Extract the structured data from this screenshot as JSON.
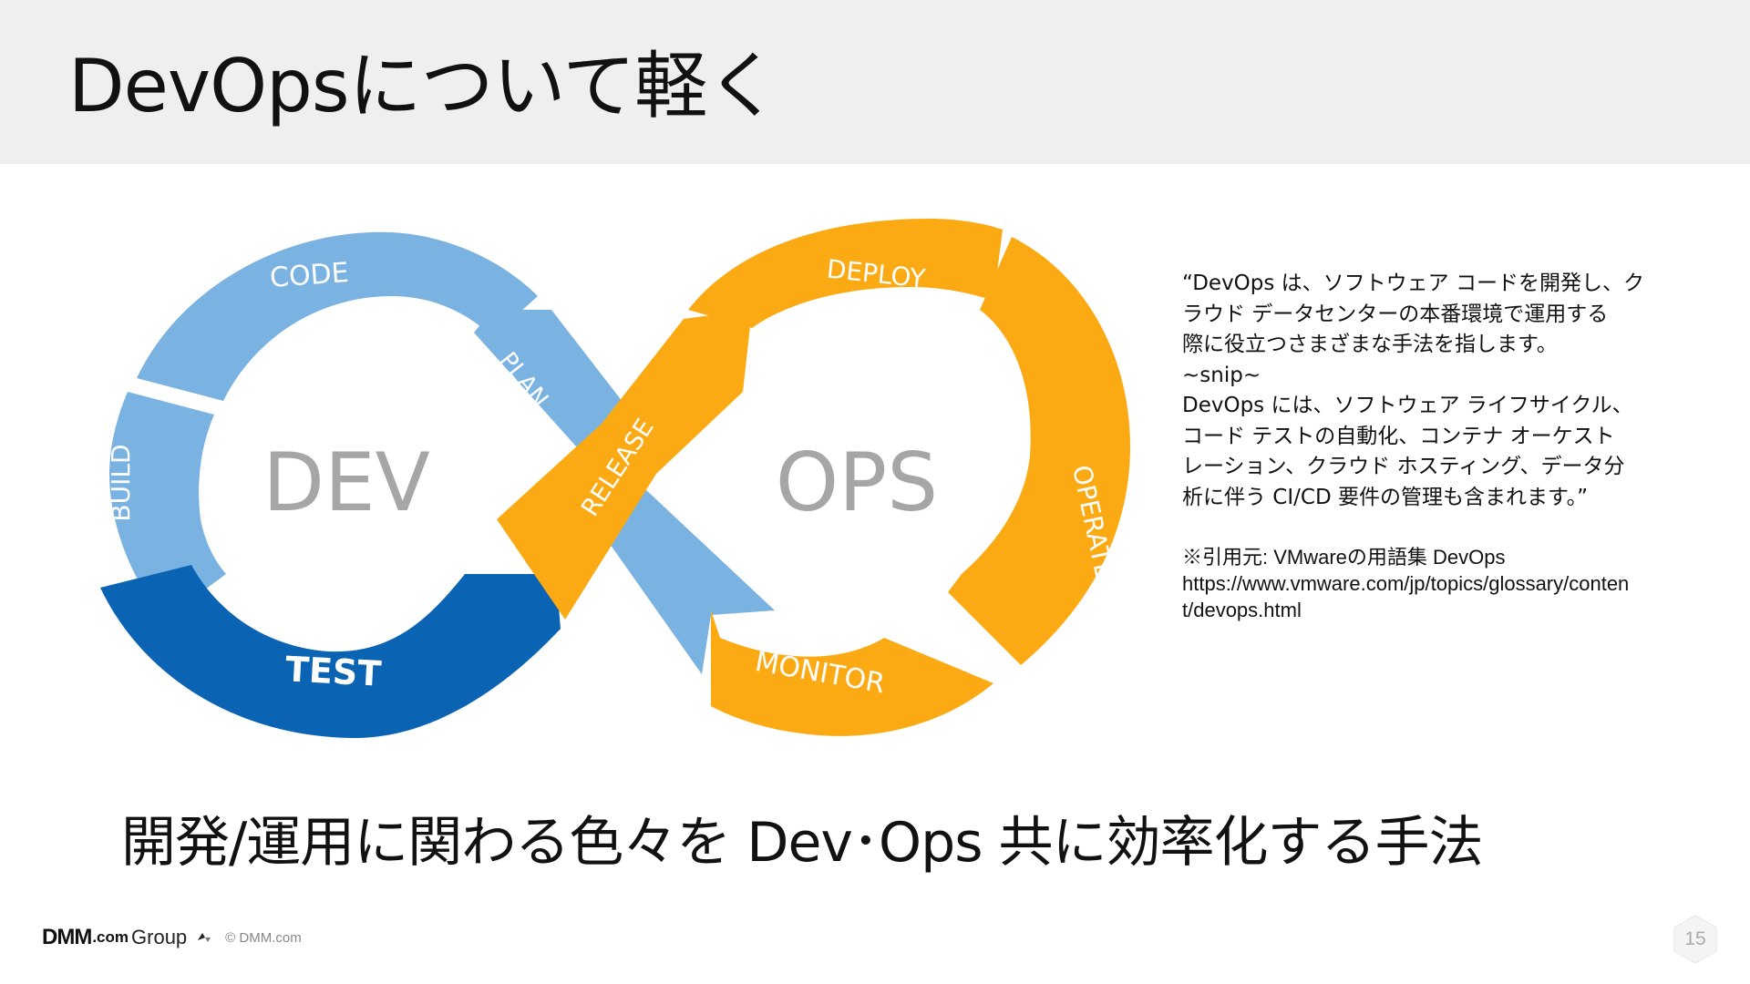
{
  "slide": {
    "title": "DevOpsについて軽く",
    "page_number": "15"
  },
  "diagram": {
    "left_label": "DEV",
    "right_label": "OPS",
    "stages": {
      "code": "CODE",
      "build": "BUILD",
      "test": "TEST",
      "plan": "PLAN",
      "release": "RELEASE",
      "deploy": "DEPLOY",
      "operate": "OPERATE",
      "monitor": "MONITOR"
    },
    "colors": {
      "dev_light": "#7ab3e2",
      "dev_dark": "#0b63b4",
      "ops": "#fbaa14",
      "center_text": "#a6a6a6"
    }
  },
  "quote": {
    "lines": [
      "“DevOps は、ソフトウェア コードを開発し、ク",
      "ラウド データセンターの本番環境で運用する",
      "際に役立つさまざまな手法を指します。",
      "~snip~",
      "DevOps には、ソフトウェア ライフサイクル、",
      "コード テストの自動化、コンテナ オーケスト",
      "レーション、クラウド ホスティング、データ分",
      "析に伴う CI/CD 要件の管理も含まれます。”"
    ]
  },
  "citation": {
    "lines": [
      "※引用元:  VMwareの用語集 DevOps",
      "https://www.vmware.com/jp/topics/glossary/conten",
      "t/devops.html"
    ]
  },
  "summary": "開発/運用に関わる色々を Dev･Ops 共に効率化する手法",
  "footer": {
    "logo_main": "DMM",
    "logo_com": ".com",
    "logo_group": "Group",
    "copyright": "© DMM.com"
  }
}
